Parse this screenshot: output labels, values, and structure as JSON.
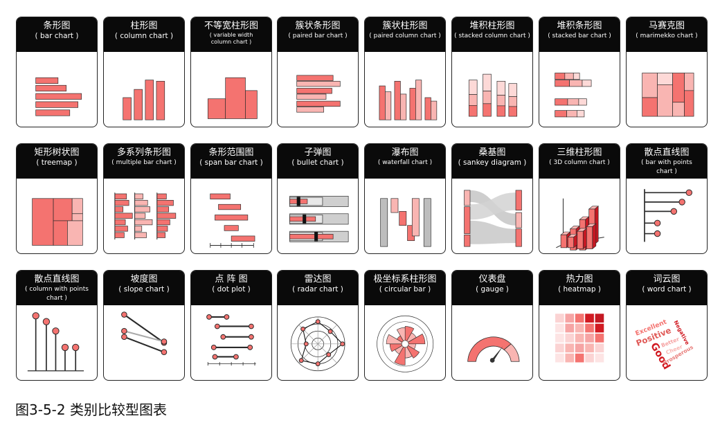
{
  "colors": {
    "fill": "#f47370",
    "light": "#f9b5b2",
    "pale": "#fdd9d7",
    "outline": "#2a2a2a",
    "header": "#0a0a0a",
    "grey": "#cfcfcf",
    "dark": "#c41822"
  },
  "charts": [
    {
      "zh": "条形图",
      "en": "( bar chart )",
      "icon": "bar-chart-icon"
    },
    {
      "zh": "柱形图",
      "en": "( column chart )",
      "icon": "column-chart-icon"
    },
    {
      "zh": "不等宽柱形图",
      "en": "( variable width",
      "en2": "column chart )",
      "icon": "variable-width-column-chart-icon"
    },
    {
      "zh": "簇状条形图",
      "en": "( paired bar chart )",
      "icon": "paired-bar-chart-icon"
    },
    {
      "zh": "簇状柱形图",
      "en": "( paired column chart )",
      "icon": "paired-column-chart-icon"
    },
    {
      "zh": "堆积柱形图",
      "en": "( stacked column chart )",
      "icon": "stacked-column-chart-icon"
    },
    {
      "zh": "堆积条形图",
      "en": "( stacked bar chart )",
      "icon": "stacked-bar-chart-icon"
    },
    {
      "zh": "马赛克图",
      "en": "( marimekko chart )",
      "icon": "marimekko-chart-icon"
    },
    {
      "zh": "矩形树状图",
      "en": "( treemap )",
      "icon": "treemap-icon"
    },
    {
      "zh": "多系列条形图",
      "en": "( multiple bar chart )",
      "icon": "multiple-bar-chart-icon"
    },
    {
      "zh": "条形范围图",
      "en": "( span bar chart )",
      "icon": "span-bar-chart-icon"
    },
    {
      "zh": "子弹图",
      "en": "( bullet chart )",
      "icon": "bullet-chart-icon"
    },
    {
      "zh": "瀑布图",
      "en": "( waterfall chart )",
      "icon": "waterfall-chart-icon"
    },
    {
      "zh": "桑基图",
      "en": "( sankey diagram )",
      "icon": "sankey-diagram-icon"
    },
    {
      "zh": "三维柱形图",
      "en": "( 3D column chart )",
      "icon": "3d-column-chart-icon"
    },
    {
      "zh": "散点直线图",
      "en": "( bar with points",
      "en2": "chart )",
      "icon": "bar-with-points-chart-icon"
    },
    {
      "zh": "散点直线图",
      "en": "( column with points",
      "en2": "chart )",
      "icon": "column-with-points-chart-icon"
    },
    {
      "zh": "坡度图",
      "en": "( slope chart )",
      "icon": "slope-chart-icon"
    },
    {
      "zh": "点 阵 图",
      "en": "( dot plot )",
      "icon": "dot-plot-icon"
    },
    {
      "zh": "雷达图",
      "en": "( radar chart )",
      "icon": "radar-chart-icon"
    },
    {
      "zh": "极坐标系柱形图",
      "en": "( circular bar )",
      "icon": "circular-bar-icon"
    },
    {
      "zh": "仪表盘",
      "en": "( gauge )",
      "icon": "gauge-icon"
    },
    {
      "zh": "热力图",
      "en": "( heatmap )",
      "icon": "heatmap-icon"
    },
    {
      "zh": "词云图",
      "en": "( word chart )",
      "icon": "word-cloud-icon"
    }
  ],
  "word_cloud": [
    "Excellent",
    "Positive",
    "Negative",
    "Better",
    "Good",
    "Cheer",
    "Prosperous"
  ],
  "caption": "图3-5-2  类别比较型图表"
}
